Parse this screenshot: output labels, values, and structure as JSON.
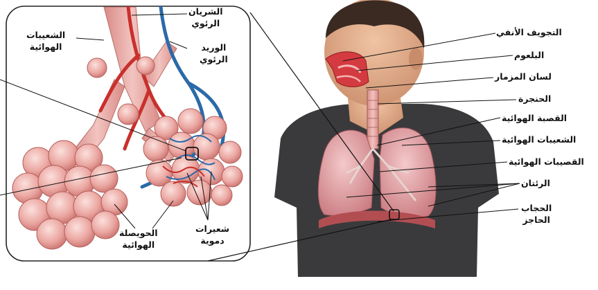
{
  "inset_labels": {
    "pulmonary_artery": [
      "الشريان",
      "الرئوي"
    ],
    "pulmonary_vein": [
      "الوريد",
      "الرئوي"
    ],
    "bronchioles": [
      "الشعيبات",
      "الهوائية"
    ],
    "alveolus": [
      "الحويصلة",
      "الهوائية"
    ],
    "capillaries": [
      "شعيرات",
      "دموية"
    ]
  },
  "body_labels": {
    "nasal_cavity": "التجويف الأنفي",
    "pharynx": "البلعوم",
    "epiglottis": "لسان المزمار",
    "larynx": "الحنجرة",
    "trachea": "القصبة الهوائية",
    "bronchioles": "الشعيبات الهوائية",
    "bronchi": "القصيبات الهوائية",
    "lungs": "الرئتان",
    "diaphragm": [
      "الحجاب",
      "الحاجز"
    ]
  },
  "colors": {
    "alveoli": "#e8a3a0",
    "artery": "#c9302c",
    "vein": "#2b6aa8",
    "skin": "#e6b08f",
    "shirt": "#3a3a3c",
    "lung": "#e3a3a6"
  }
}
